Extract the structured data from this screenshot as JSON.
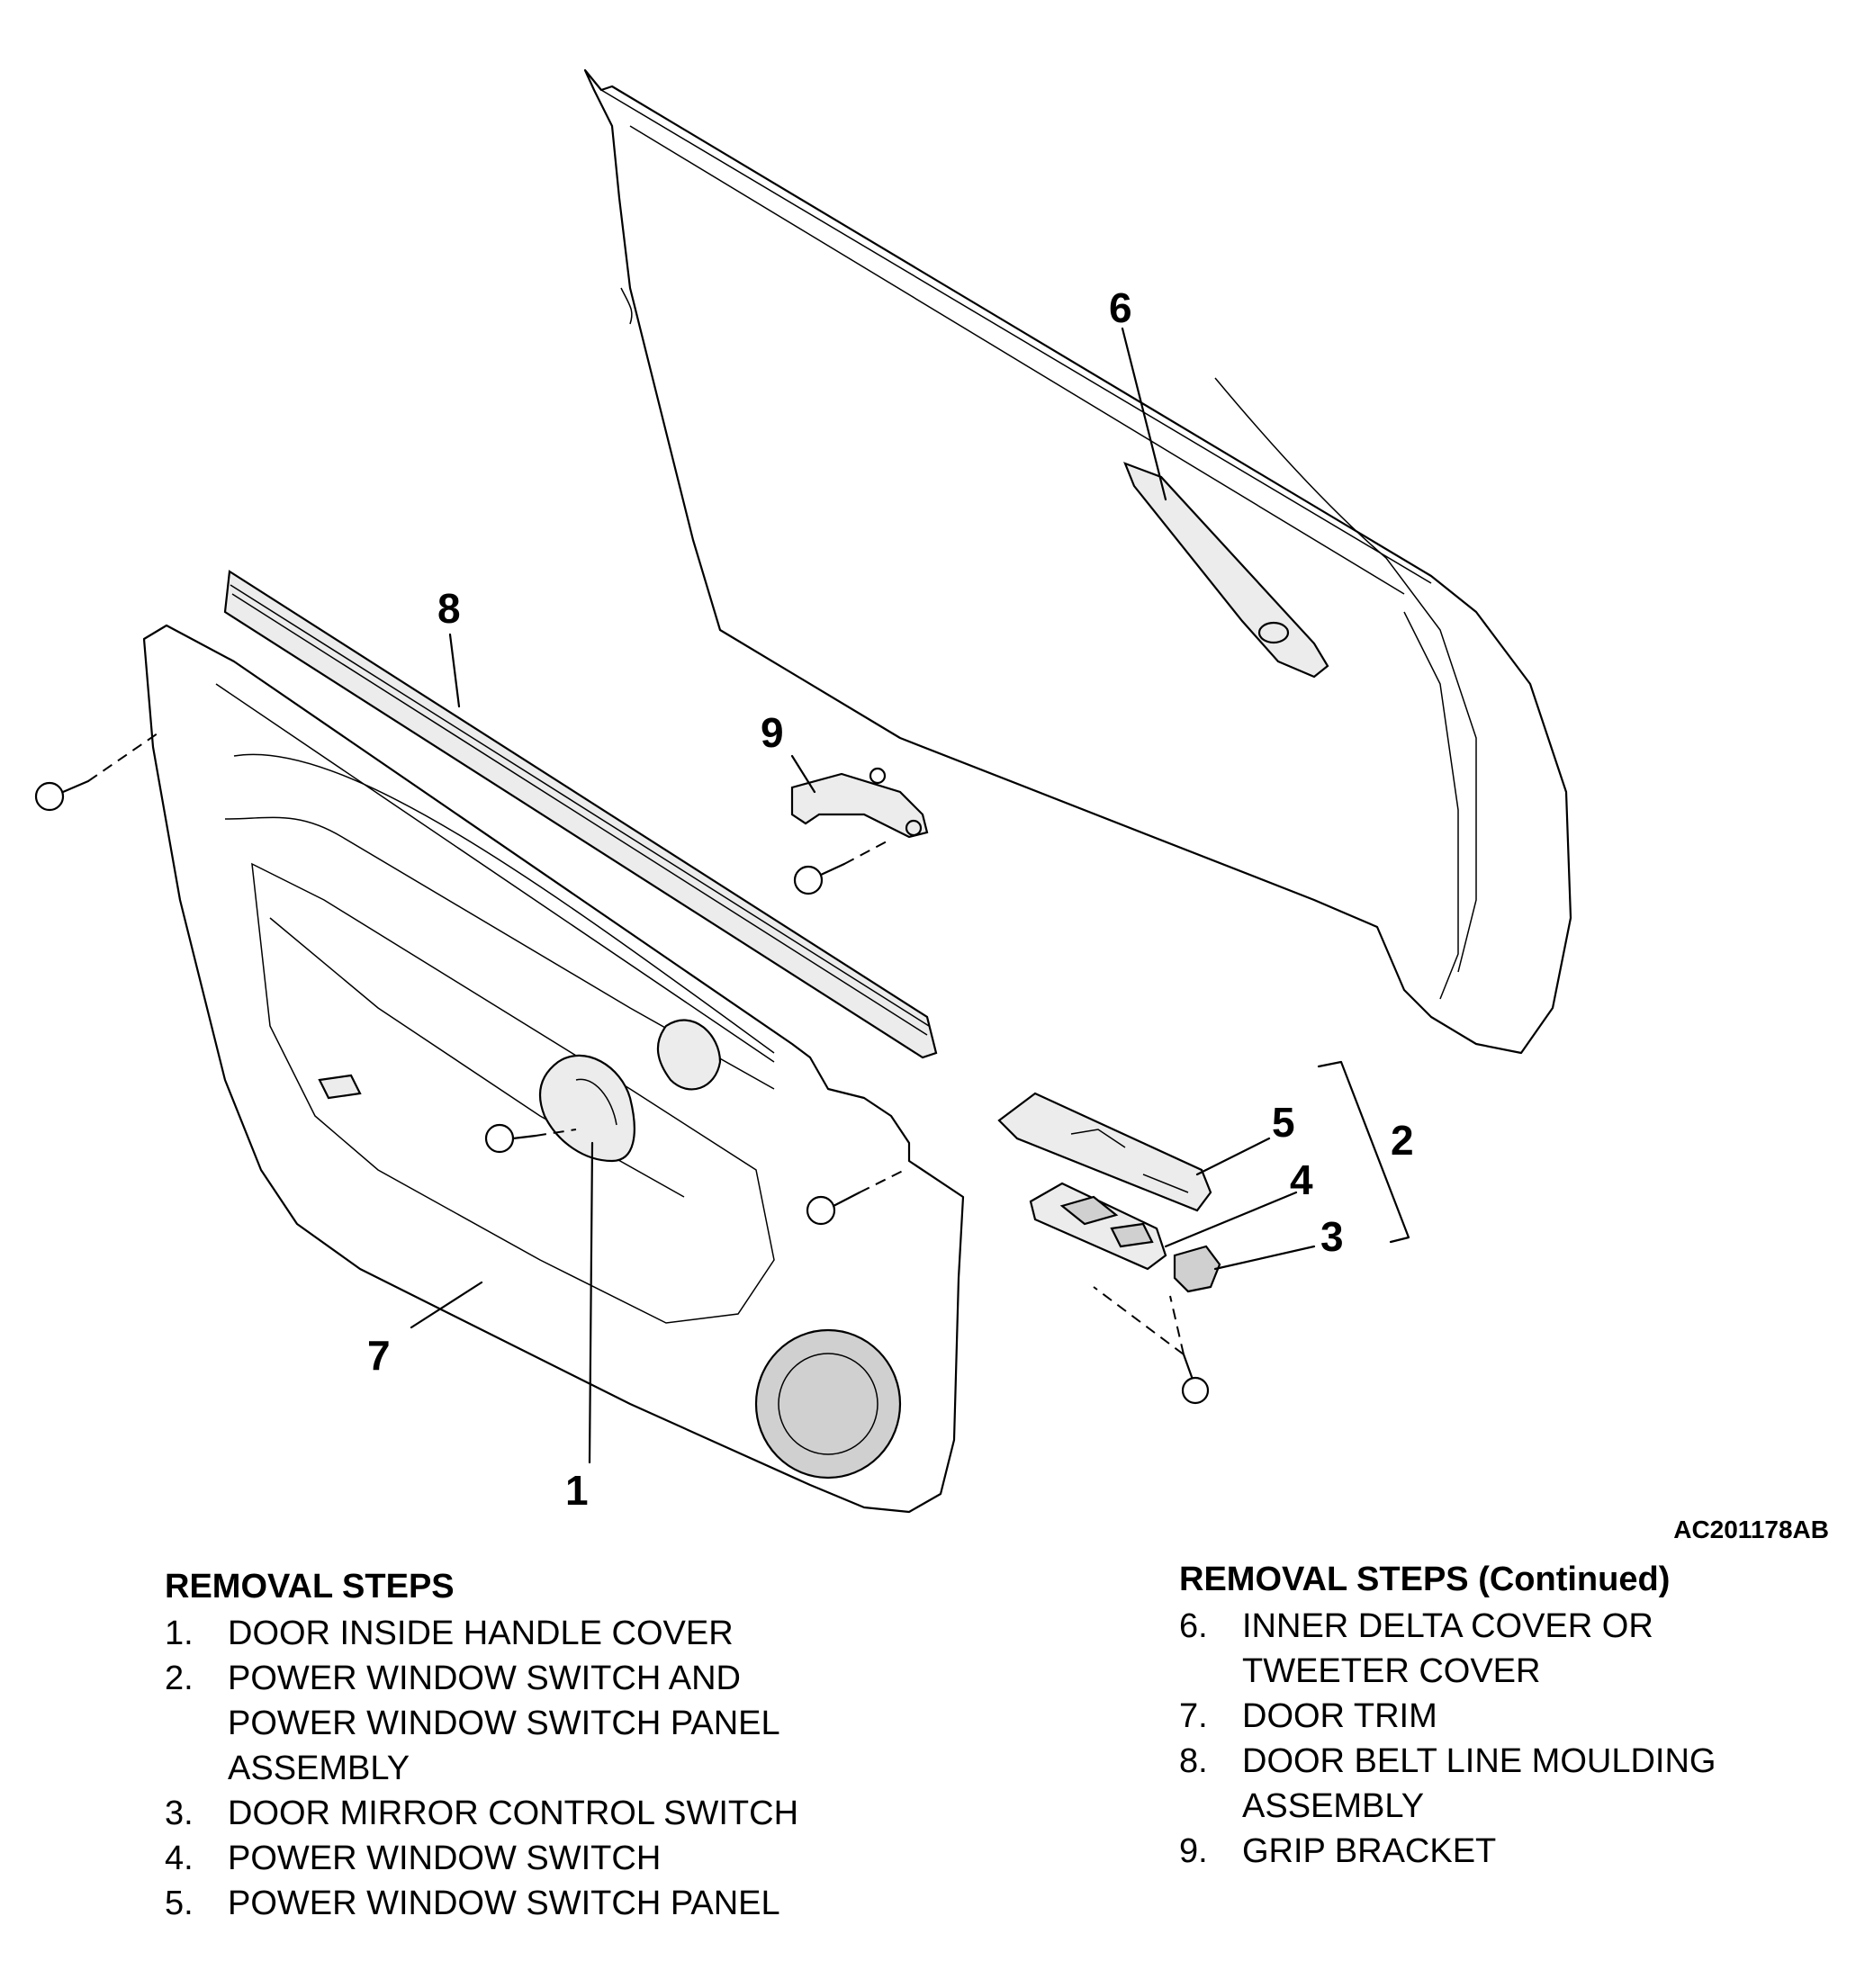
{
  "callouts": {
    "c1": "1",
    "c2": "2",
    "c3": "3",
    "c4": "4",
    "c5": "5",
    "c6": "6",
    "c7": "7",
    "c8": "8",
    "c9": "9"
  },
  "figure_id": "AC201178AB",
  "steps_left": {
    "heading": "REMOVAL STEPS",
    "items": [
      {
        "num": "1.",
        "lines": [
          "DOOR INSIDE HANDLE COVER"
        ]
      },
      {
        "num": "2.",
        "lines": [
          "POWER WINDOW SWITCH AND",
          "POWER WINDOW SWITCH PANEL",
          "ASSEMBLY"
        ]
      },
      {
        "num": "3.",
        "lines": [
          "DOOR MIRROR CONTROL SWITCH"
        ]
      },
      {
        "num": "4.",
        "lines": [
          "POWER WINDOW SWITCH"
        ]
      },
      {
        "num": "5.",
        "lines": [
          "POWER WINDOW SWITCH PANEL"
        ]
      }
    ]
  },
  "steps_right": {
    "heading": "REMOVAL STEPS (Continued)",
    "items": [
      {
        "num": "6.",
        "lines": [
          "INNER DELTA COVER OR",
          "TWEETER COVER"
        ]
      },
      {
        "num": "7.",
        "lines": [
          "DOOR TRIM"
        ]
      },
      {
        "num": "8.",
        "lines": [
          "DOOR BELT LINE MOULDING",
          "ASSEMBLY"
        ]
      },
      {
        "num": "9.",
        "lines": [
          "GRIP BRACKET"
        ]
      }
    ]
  }
}
